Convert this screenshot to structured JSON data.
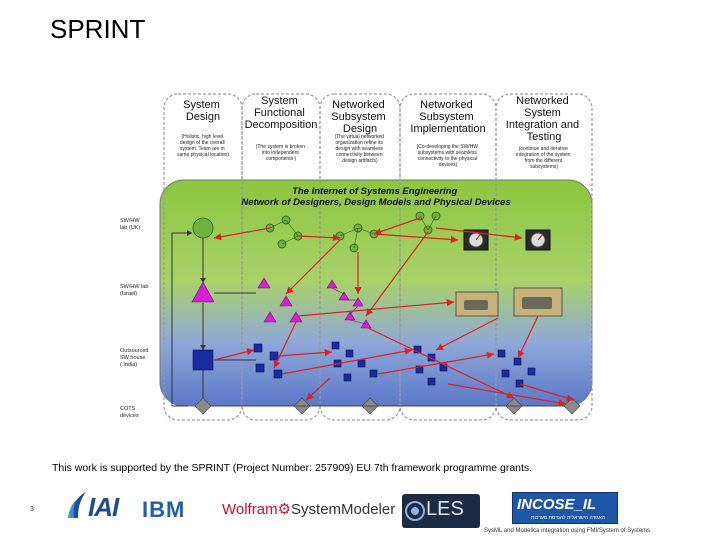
{
  "slide": {
    "title": "SPRINT",
    "acknowledgement": "This work is supported by the SPRINT (Project Number: 257909) EU 7th framework programme grants.",
    "page_number": "3",
    "footer_note": "SysML and Modelica integration using FMI/System of Systems"
  },
  "diagram": {
    "columns": [
      {
        "heading": [
          "System",
          "Design"
        ],
        "note": [
          "(Holistic, high level",
          "design of the overall",
          "system. Team are in",
          "same physical location)"
        ]
      },
      {
        "heading": [
          "System",
          "Functional",
          "Decomposition"
        ],
        "note": [
          "(The system is broken",
          "into independent",
          "components )"
        ]
      },
      {
        "heading": [
          "Networked",
          "Subsystem",
          "Design"
        ],
        "note": [
          "(The virtual networked",
          "organization refine its",
          "design with seamless",
          "connectivity between",
          "design artifacts)"
        ]
      },
      {
        "heading": [
          "Networked",
          "Subsystem",
          "Implementation"
        ],
        "note": [
          "(Co-developing the SW/HW",
          "subsystems with seamless",
          "connectivity to the physical",
          "devices)"
        ]
      },
      {
        "heading": [
          "Networked",
          "System",
          "Integration and",
          "Testing"
        ],
        "note": [
          "(continue and iterative",
          "integration of the system",
          "from the different",
          "subsystems)"
        ]
      }
    ],
    "network_title": [
      "The Internet of Systems Engineering",
      "Network of Designers, Design Models and Physical Devices"
    ],
    "row_labels": [
      [
        "SW/HW",
        "lab (UK)"
      ],
      [
        "SW/HW lab",
        "(Israel)"
      ],
      [
        "Outsourced",
        "SW house",
        "( India)"
      ],
      [
        "COTS",
        "devices"
      ]
    ],
    "colors": {
      "column_border": "#9a9a9a",
      "network_green": "#8cc63f",
      "network_blue": "#5b78c8",
      "uk_nodes": "#6fb33f",
      "israel_nodes": "#d61fd6",
      "india_nodes": "#1a2aa0",
      "cots_nodes": "#8a8a8a",
      "arrows": "#e02020",
      "title_text": "#111111"
    }
  },
  "logos": {
    "iai": "IAI",
    "ibm": "IBM",
    "wolfram_a": "Wolfram",
    "wolfram_b": "SystemModeler",
    "les": "LES",
    "incose": "INCOSE_IL",
    "incose_sub": "האגודה הישראלית להנדסת מערכות"
  }
}
